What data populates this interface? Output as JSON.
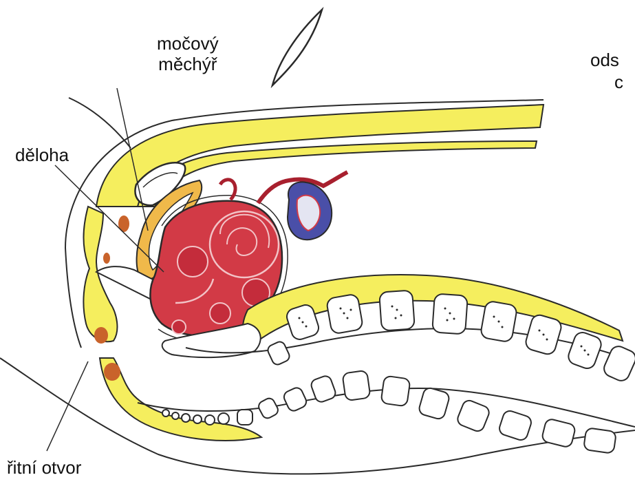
{
  "labels": {
    "bladder_line1": "močový",
    "bladder_line2": "měchýř",
    "uterus": "děloha",
    "anus": "řitní otvor",
    "top_right_line1": "ods",
    "top_right_line2": "c"
  },
  "colors": {
    "tissue_yellow": "#f5ee5e",
    "uterus_red": "#d23a46",
    "uterus_dark": "#a8202e",
    "ovary_blue": "#4a4fa8",
    "outline": "#2a2a2a",
    "background": "#ffffff"
  }
}
